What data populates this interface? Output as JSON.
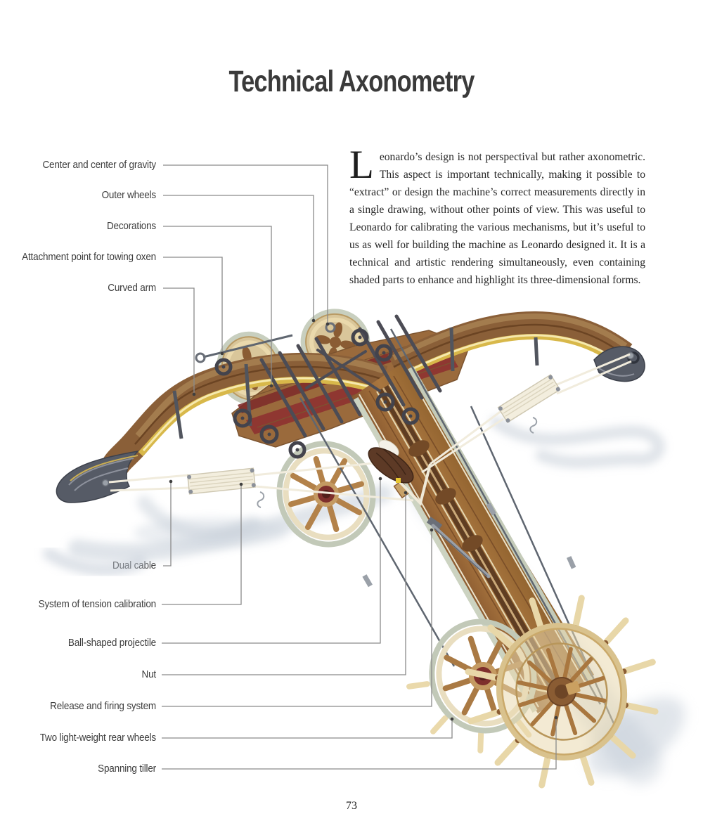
{
  "page": {
    "title": "Technical Axonometry",
    "page_number": "73",
    "intro": {
      "dropcap": "L",
      "text": "eonardo’s design is not perspectival but rather axonometric. This aspect is important technically, making it possible to “extract” or design the machine’s correct measurements directly in a single drawing, without other points of view. This was useful to Leonardo for calibrating the various mechanisms, but it’s useful to us as well for building the machine as Leonardo designed it. It is a technical and artistic rendering simultaneously, even containing shaded parts to enhance and highlight its three-dimensional forms."
    }
  },
  "labels": [
    "Center and center of gravity",
    "Outer wheels",
    "Decorations",
    "Attachment point for towing oxen",
    "Curved arm",
    "Dual cable",
    "System of tension calibration",
    "Ball-shaped projectile",
    "Nut",
    "Release and firing system",
    "Two light-weight rear wheels",
    "Spanning tiller"
  ],
  "illustration": {
    "subject": "Wooden model of Leonardo da Vinci’s giant crossbow, axonometric view",
    "colors": {
      "wood": "#9a6a3c",
      "brass": "#d8b84a",
      "iron": "#4c4c55",
      "cord": "#f3eede",
      "wheel_rim": "#e9dec0",
      "tire": "#c2c9b8",
      "hub_red": "#7e2f2c",
      "platform_red": "#8e3331",
      "shadow": "#c3ccd7",
      "leader_line": "#8a8a8a",
      "text": "#3a3a3a"
    }
  }
}
